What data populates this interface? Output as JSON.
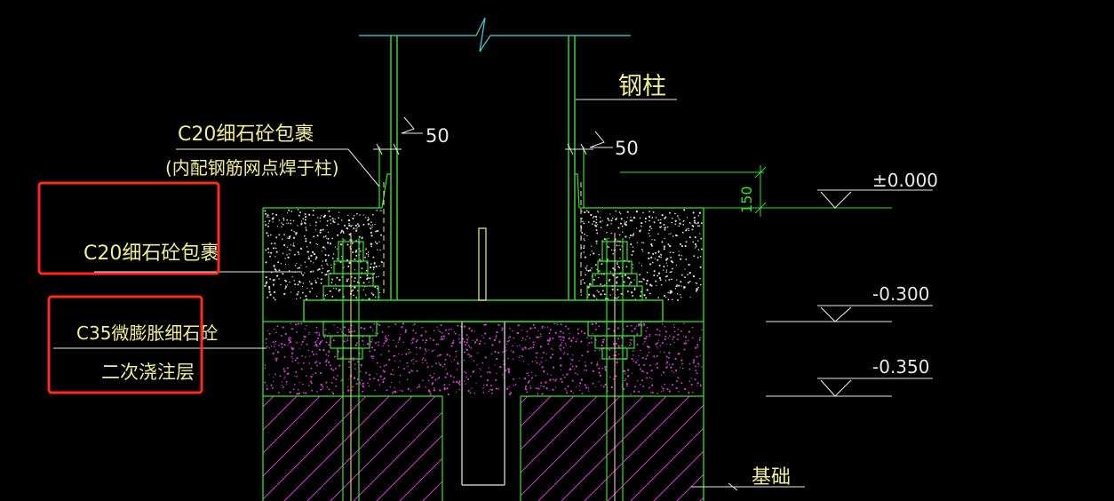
{
  "labels": {
    "steel_column": "钢柱",
    "c20_wrap": "C20细石砼包裹",
    "c20_wrap_note": "(内配钢筋网点焊于柱)",
    "c20_wrap_left": "C20细石砼包裹",
    "c35_line1": "C35微膨胀细石砼",
    "c35_line2": "二次浇注层",
    "foundation": "基础",
    "dim_50_left": "50",
    "dim_50_right": "50",
    "dim_150": "150"
  },
  "levels": [
    {
      "label": "±0.000"
    },
    {
      "label": "-0.300"
    },
    {
      "label": "-0.350"
    }
  ],
  "colors": {
    "background": "#000000",
    "green": "#35e22a",
    "cyan": "#3fd7dc",
    "magenta": "#d43cd4",
    "yellow": "#f2ee8f",
    "highlight": "#ff2a1a",
    "white": "#e8e8e8"
  }
}
